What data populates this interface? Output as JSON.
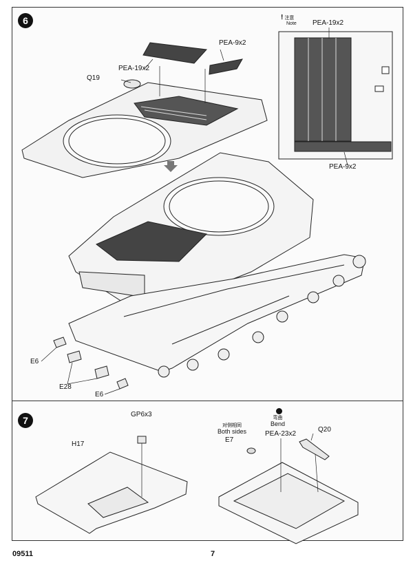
{
  "step6": {
    "number": "6",
    "labels": {
      "pea_19x2": "PEA-19x2",
      "pea_9x2": "PEA-9x2",
      "q19": "Q19",
      "e6_top": "E6",
      "e28": "E28",
      "e6_bottom": "E6"
    },
    "inset": {
      "note_cn": "注意",
      "note_en": "Note",
      "pea_19x2": "PEA-19x2",
      "pea_9x2": "PEA-9x2"
    }
  },
  "step7": {
    "number": "7",
    "labels": {
      "gp6x3": "GP6x3",
      "h17": "H17",
      "both_sides_cn": "对侧相同",
      "both_sides_en": "Both sides",
      "e7": "E7",
      "bend_cn": "弯曲",
      "bend_en": "Bend",
      "pea_23x2": "PEA-23x2",
      "q20": "Q20"
    }
  },
  "footer": {
    "code": "09511",
    "page": "7"
  }
}
